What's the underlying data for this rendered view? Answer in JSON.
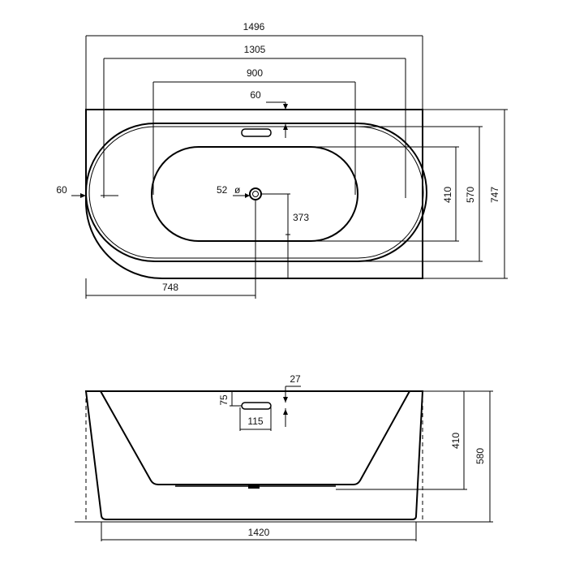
{
  "top_view": {
    "dims": {
      "overall_length": "1496",
      "length_1305": "1305",
      "length_900": "900",
      "rim_60_top": "60",
      "rim_60_left": "60",
      "waste_diameter_label": "52",
      "diameter_symbol": "ø",
      "waste_offset_373": "373",
      "waste_from_left_748": "748",
      "inner_width_410": "410",
      "width_570": "570",
      "overall_width_747": "747"
    }
  },
  "side_view": {
    "dims": {
      "overflow_offset_27": "27",
      "overflow_height_75": "75",
      "overflow_width_115": "115",
      "inner_depth_410": "410",
      "overall_height_580": "580",
      "base_length_1420": "1420"
    }
  }
}
